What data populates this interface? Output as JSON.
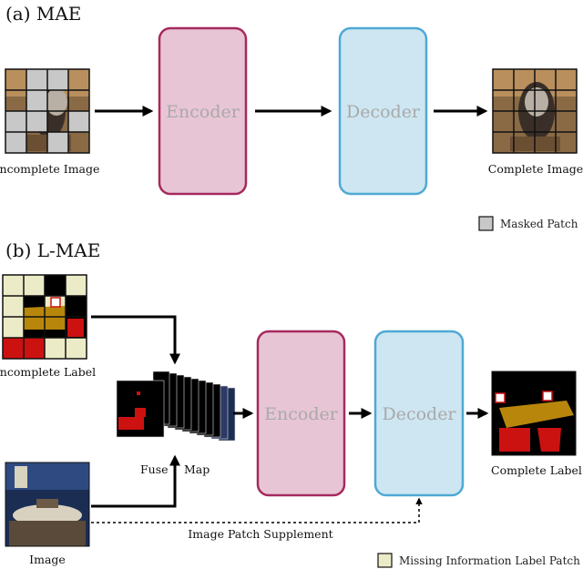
{
  "section_a": {
    "title": "(a) MAE",
    "input_caption": "Incomplete Image",
    "encoder_label": "Encoder",
    "decoder_label": "Decoder",
    "output_caption": "Complete Image",
    "legend_label": "Masked Patch"
  },
  "section_b": {
    "title": "(b) L-MAE",
    "label_caption": "Incomplete Label",
    "image_caption": "Image",
    "fuse_caption": "Fuse Map",
    "encoder_label": "Encoder",
    "decoder_label": "Decoder",
    "output_caption": "Complete Label",
    "supplement_caption": "Image Patch Supplement",
    "legend_label": "Missing Information Label Patch"
  },
  "colors": {
    "encoder_fill": "#e8c5d5",
    "encoder_stroke": "#a52a5e",
    "decoder_fill": "#cde6f2",
    "decoder_stroke": "#4ea9d4",
    "masked_patch": "#c8c8c8",
    "missing_label_patch": "#ecebc8"
  }
}
